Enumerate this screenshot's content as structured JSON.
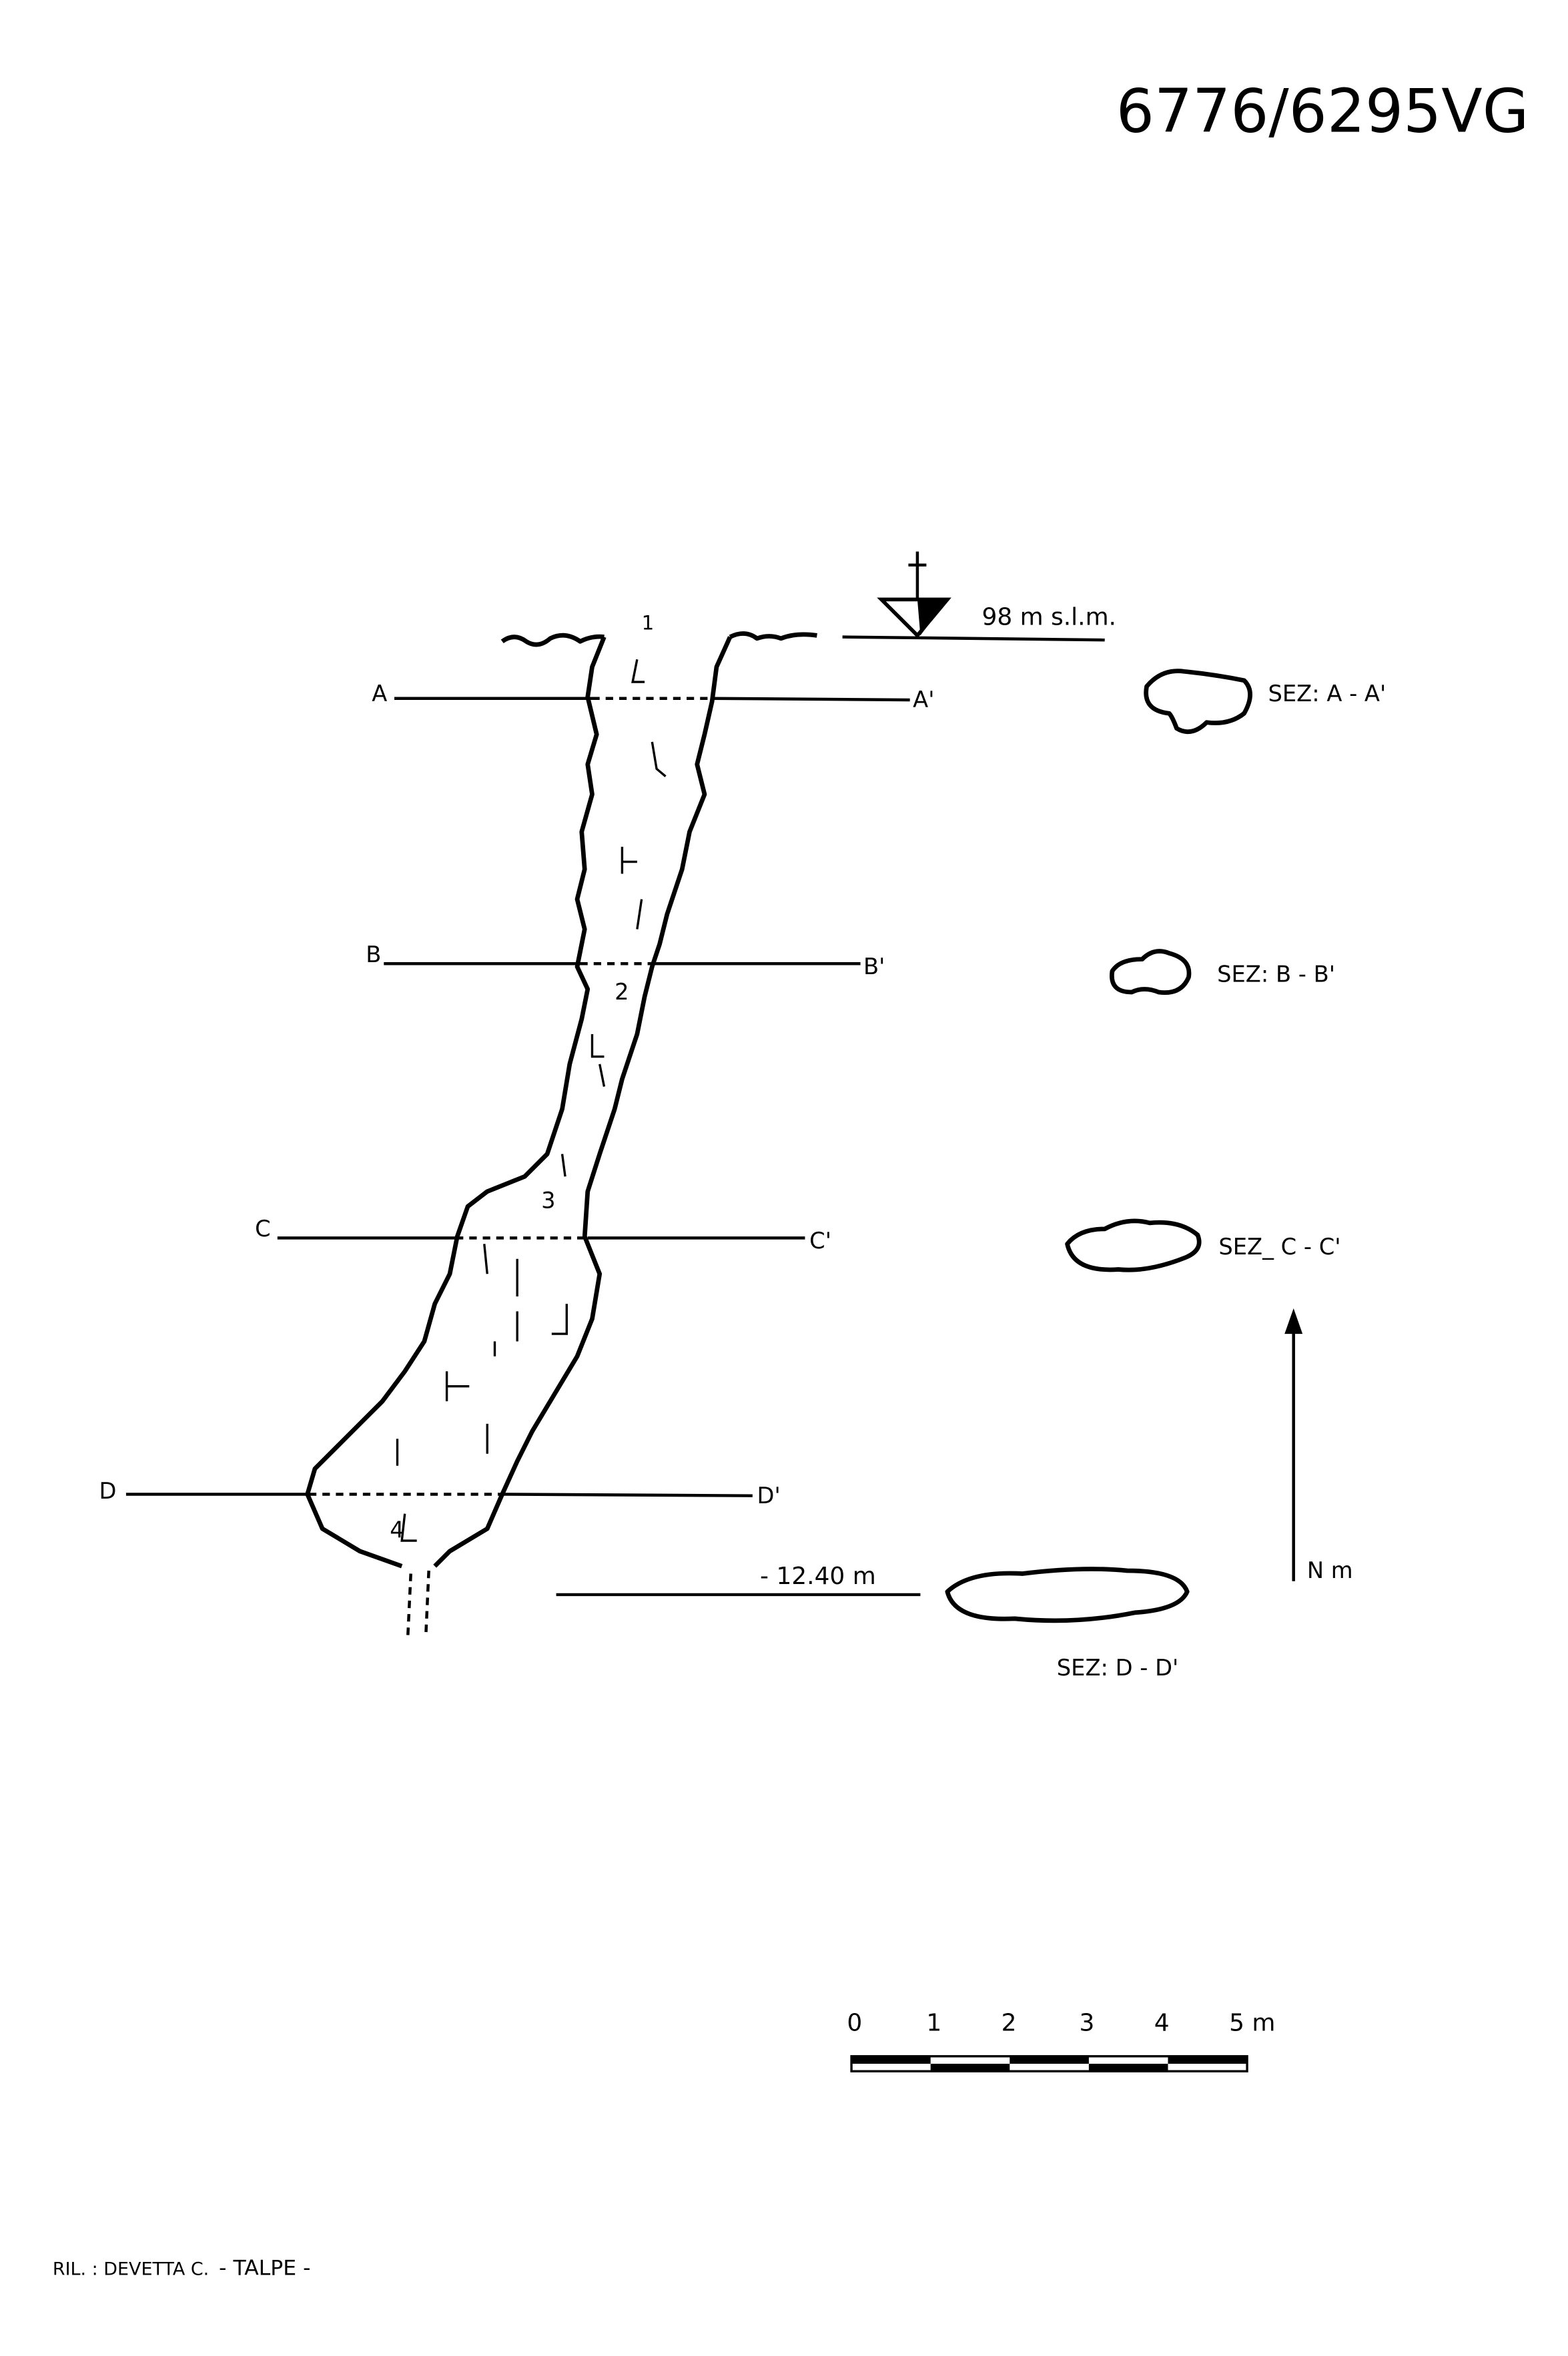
{
  "title": "6776/6295VG",
  "elevation_label": "98 m s.l.m.",
  "depth_label": "- 12.40 m",
  "stations": [
    "1",
    "2",
    "3",
    "4"
  ],
  "section_lines": [
    {
      "left": "A",
      "right": "A'"
    },
    {
      "left": "B",
      "right": "B'"
    },
    {
      "left": "C",
      "right": "C'"
    },
    {
      "left": "D",
      "right": "D'"
    }
  ],
  "section_labels": [
    "SEZ: A - A'",
    "SEZ: B - B'",
    "SEZ_ C - C'",
    "SEZ: D - D'"
  ],
  "north_label": "N m",
  "scale_bar": {
    "ticks": [
      "0",
      "1",
      "2",
      "3",
      "4",
      "5 m"
    ]
  },
  "credits": {
    "surveyor": "RIL. : DEVETTA C.",
    "group": "- TALPE -"
  }
}
